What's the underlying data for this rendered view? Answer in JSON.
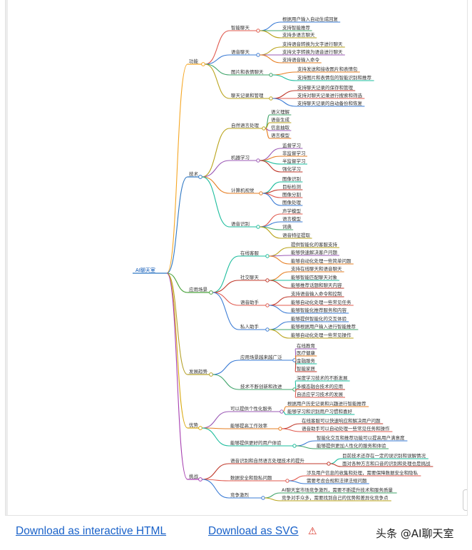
{
  "mindmap": {
    "root": "AI聊天室",
    "branches": [
      {
        "label": "功能",
        "color": "#f5a623",
        "children": [
          {
            "label": "智能聊天",
            "children": [
              "根据用户输入自动生成回复",
              "支持智能推荐",
              "支持多语言聊天"
            ]
          },
          {
            "label": "语音聊天",
            "children": [
              "支持语音转换为文字进行聊天",
              "支持文字转换为语音进行聊天",
              "支持语音输入命令"
            ]
          },
          {
            "label": "图片和表情聊天",
            "children": [
              "支持发送和接收图片和表情包",
              "支持图片和表情包的智能识别和推荐"
            ]
          },
          {
            "label": "聊天记录和管理",
            "children": [
              "支持聊天记录的保存和管理",
              "支持对聊天记录进行搜索和筛选",
              "支持聊天记录的自动备份和恢复"
            ]
          }
        ]
      },
      {
        "label": "技术",
        "color": "#2f78c4",
        "children": [
          {
            "label": "自然语言处理",
            "children": [
              "语义理解",
              "语音生成",
              "信息抽取",
              "语言模型"
            ]
          },
          {
            "label": "机器学习",
            "children": [
              "监督学习",
              "非监督学习",
              "半监督学习",
              "强化学习"
            ]
          },
          {
            "label": "计算机视觉",
            "children": [
              "图像识别",
              "目标检测",
              "图像分割",
              "图像处理"
            ]
          },
          {
            "label": "语音识别",
            "children": [
              "声学模型",
              "语言模型",
              "词典",
              "语音特征提取"
            ]
          }
        ]
      },
      {
        "label": "应用场景",
        "color": "#4aa33c",
        "children": [
          {
            "label": "在线客服",
            "children": [
              "提供智能化的客服支持",
              "能够快速解决客户问题",
              "能够自动化处理一些简单问题"
            ]
          },
          {
            "label": "社交聊天",
            "children": [
              "支持在线聊天和语音聊天",
              "能够智能匹配聊天对象",
              "能够推荐话题和聊天内容"
            ]
          },
          {
            "label": "语音助手",
            "children": [
              "支持语音输入命令和控制",
              "能够自动化处理一些常见任务",
              "能够智能化推荐服务和内容"
            ]
          },
          {
            "label": "私人助手",
            "children": [
              "能够提供智能化的交互体验",
              "能够根据用户输入进行智能推荐",
              "能够自动化处理一些常见操作"
            ]
          }
        ]
      },
      {
        "label": "发展趋势",
        "color": "#b5a12a",
        "children": [
          {
            "label": "应用场景越来越广泛",
            "children": [
              "在线教育",
              "医疗健康",
              "金融服务",
              "智能家居"
            ]
          },
          {
            "label": "技术不断创新和改进",
            "children": [
              "深度学习技术的不断发展",
              "多模态融合技术的应用",
              "自适应学习技术的发展"
            ]
          }
        ]
      },
      {
        "label": "优势",
        "color": "#d9a90e",
        "children": [
          {
            "label": "可以提供个性化服务",
            "children": [
              "根据用户历史记录和兴趣进行智能推荐",
              "能够学习和识别用户习惯和喜好"
            ]
          },
          {
            "label": "能够提高工作效率",
            "children": [
              "在线客服可以快速响应和解决用户问题",
              "语音助手可以自动处理一些常见任务和操作"
            ]
          },
          {
            "label": "能够提供更好的用户体验",
            "children": [
              "智能化交互和推荐功能可以提高用户满意度",
              "能够提供更加人性化的服务和体验"
            ]
          }
        ]
      },
      {
        "label": "挑战",
        "color": "#a63fb0",
        "children": [
          {
            "label": "语音识别和自然语言处理技术的提升",
            "children": [
              "目前技术还存在一定的误识别和误解情况",
              "面对各种方言和口音的识别和处理也是挑战"
            ]
          },
          {
            "label": "数据安全和隐私问题",
            "children": [
              "涉及用户信息的收集和处理，需要保障数据安全和隐私",
              "需要考虑合规和法律法规问题"
            ]
          },
          {
            "label": "竞争激烈",
            "children": [
              "AI聊天室市场竞争激烈，需要不断提升技术和服务质量",
              "竞争对手众多，需要找到自己的优势和差异化竞争点"
            ]
          }
        ]
      }
    ]
  },
  "footer": {
    "download_html": "Download as interactive HTML",
    "download_svg": "Download as SVG",
    "warning_icon": "warning-icon",
    "watermark": "头条 @AI聊天室"
  }
}
